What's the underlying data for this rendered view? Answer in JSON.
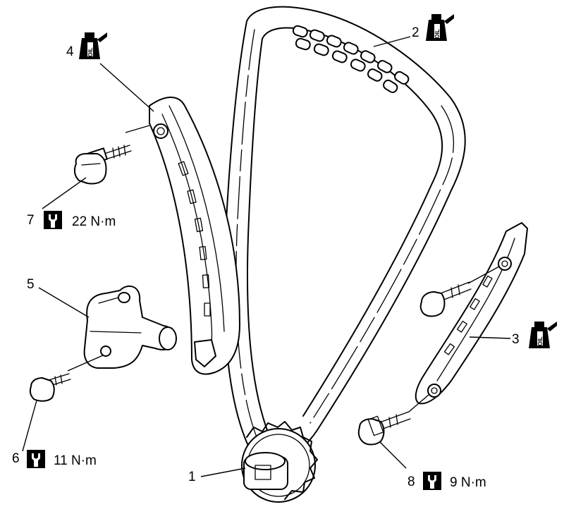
{
  "callouts": {
    "c1": "1",
    "c2": "2",
    "c3": "3",
    "c4": "4",
    "c5": "5",
    "c6": "6",
    "c7": "7",
    "c8": "8"
  },
  "torques": {
    "t7": "22 N·m",
    "t6": "11 N·m",
    "t8": "9 N·m"
  },
  "oil_label": "OIL",
  "icons": {
    "oil": "oil-can-icon",
    "torque": "torque-wrench-icon"
  }
}
